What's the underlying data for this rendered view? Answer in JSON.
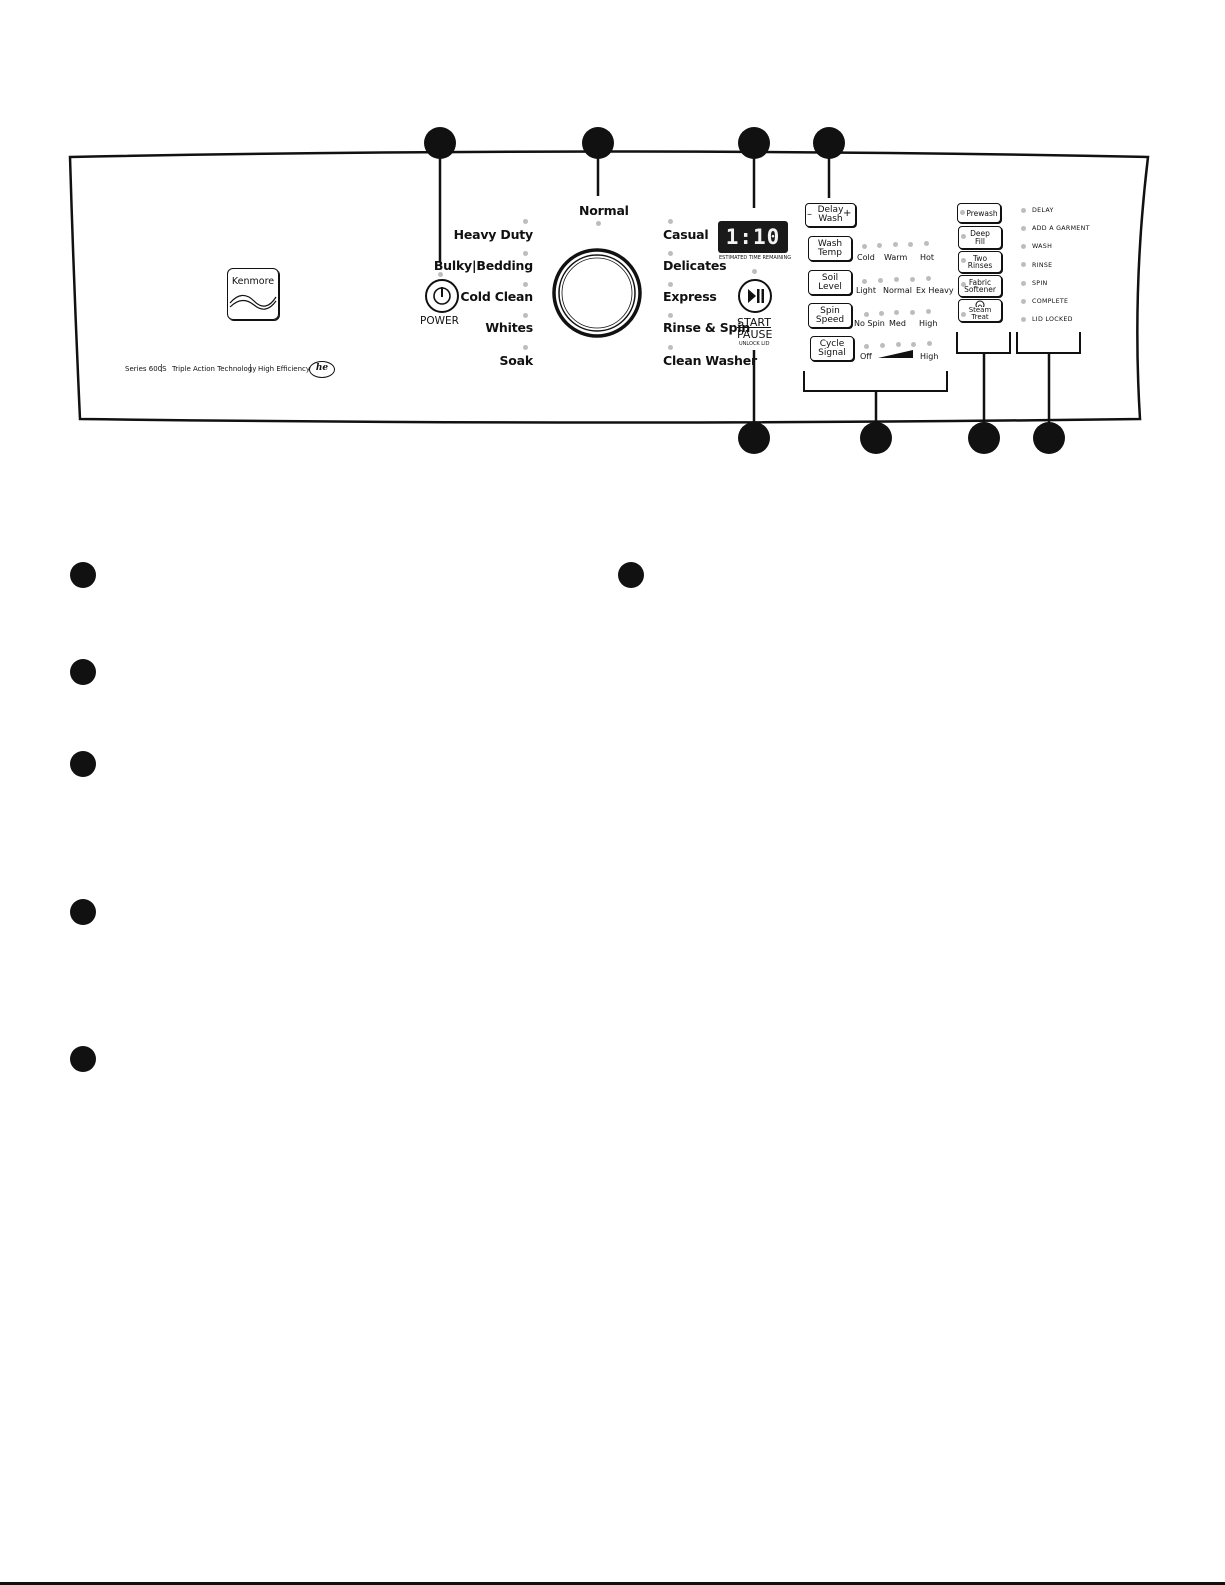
{
  "brand": {
    "logo_text": "Kenmore"
  },
  "tagline": {
    "series": "Series 600S",
    "technology": "Triple Action Technology",
    "efficiency": "High Efficiency",
    "he_logo": "he"
  },
  "power": {
    "label": "POWER"
  },
  "cycles": {
    "top": "Normal",
    "left": [
      "Heavy Duty",
      "Bulky|Bedding",
      "Cold Clean",
      "Whites",
      "Soak"
    ],
    "right": [
      "Casual",
      "Delicates",
      "Express",
      "Rinse & Spin",
      "Clean Washer"
    ]
  },
  "display": {
    "time": "1:10",
    "caption": "ESTIMATED TIME REMAINING"
  },
  "start_pause": {
    "start": "START",
    "pause": "PAUSE",
    "sub": "UNLOCK LID"
  },
  "delay_wash": {
    "minus": "–",
    "line1": "Delay",
    "line2": "Wash",
    "plus": "+"
  },
  "settings": [
    {
      "line1": "Wash",
      "line2": "Temp",
      "levels": [
        "Cold",
        "Warm",
        "Hot"
      ]
    },
    {
      "line1": "Soil",
      "line2": "Level",
      "levels": [
        "Light",
        "Normal",
        "Ex Heavy"
      ]
    },
    {
      "line1": "Spin",
      "line2": "Speed",
      "levels": [
        "No Spin",
        "Med",
        "High"
      ]
    },
    {
      "line1": "Cycle",
      "line2": "Signal",
      "levels": [
        "Off",
        "High"
      ]
    }
  ],
  "options": [
    {
      "line1": "Prewash",
      "line2": ""
    },
    {
      "line1": "Deep",
      "line2": "Fill"
    },
    {
      "line1": "Two",
      "line2": "Rinses"
    },
    {
      "line1": "Fabric",
      "line2": "Softener"
    },
    {
      "line1": "Steam Treat",
      "line2": ""
    }
  ],
  "status_lights": [
    "DELAY",
    "ADD A GARMENT",
    "WASH",
    "RINSE",
    "SPIN",
    "COMPLETE",
    "LID LOCKED"
  ],
  "colors": {
    "ink": "#111111",
    "indicator": "#bdbdbd",
    "display_bg": "#1a1a1a",
    "display_digit": "#f2f2f2"
  }
}
